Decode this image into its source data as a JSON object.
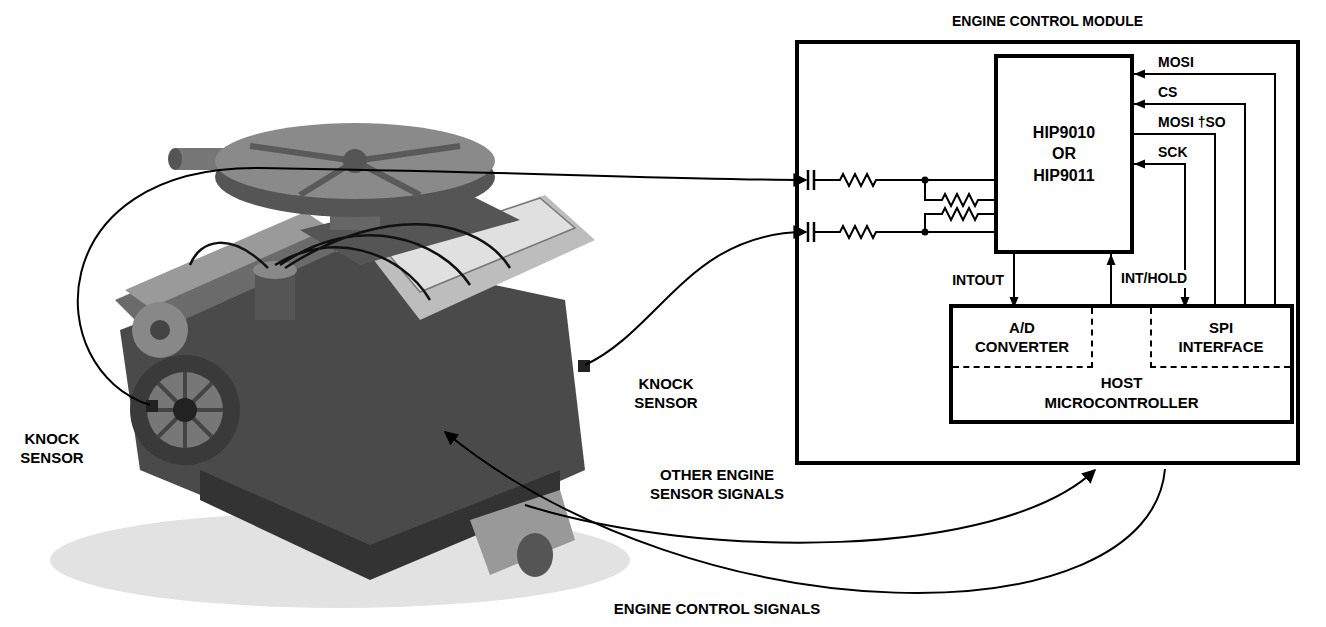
{
  "diagram": {
    "nodes": [
      {
        "text": [
          "ENGINE CONTROL MODULE"
        ]
      },
      {
        "text": [
          "HIP9010 OR HIP9011"
        ],
        "in": 0
      },
      {
        "text": [
          "HOST MICROCONTROLLER"
        ],
        "in": 0
      },
      {
        "text": [
          "A/D CONVERTER"
        ],
        "in": 2
      },
      {
        "text": [
          "SPI INTERFACE"
        ],
        "in": 2
      }
    ],
    "edges": [
      {
        "from": 4,
        "to": 1,
        "arrow": "to",
        "label": "MOSI"
      },
      {
        "from": 4,
        "to": 1,
        "arrow": "to",
        "label": "CS"
      },
      {
        "from": 1,
        "to": 4,
        "arrow": "none",
        "label": "MOSI †SO"
      },
      {
        "from": 4,
        "to": 1,
        "arrow": "both",
        "label": "SCK"
      },
      {
        "from": 1,
        "to": 3,
        "arrow": "to",
        "label": "INTOUT"
      },
      {
        "from": 2,
        "to": 1,
        "arrow": "to",
        "label": "INT/HOLD"
      }
    ],
    "labels": [
      "KNOCK SENSOR",
      "KNOCK SENSOR",
      "OTHER ENGINE SENSOR SIGNALS",
      "ENGINE CONTROL SIGNALS"
    ]
  }
}
